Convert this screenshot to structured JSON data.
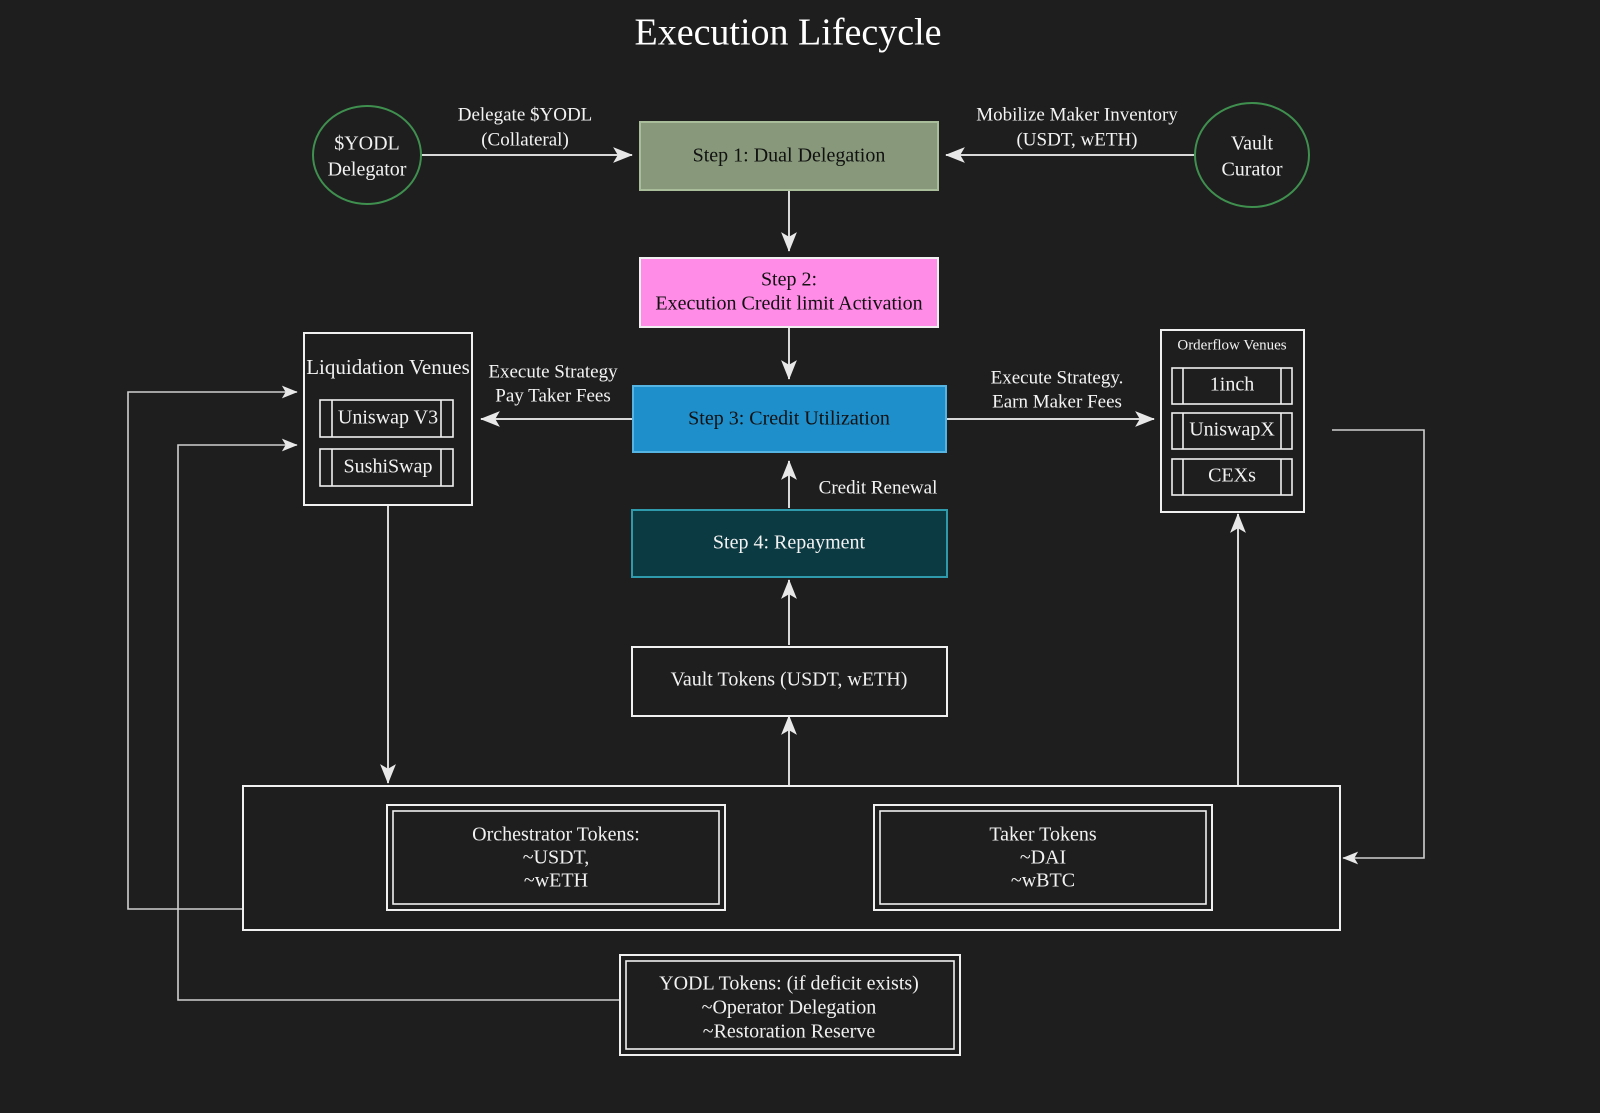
{
  "title": "Execution Lifecycle",
  "colors": {
    "background": "#1e1e1e",
    "step1_fill": "#87997a",
    "step1_stroke": "#a9bd9b",
    "step2_fill": "#ff8ce6",
    "step2_stroke": "#f0f0f0",
    "step3_fill": "#1f8fcc",
    "step3_stroke": "#56b4e3",
    "step4_fill": "#0c3a42",
    "step4_stroke": "#2f9aab",
    "actor_stroke": "#3f8f4f",
    "line": "#d9d9d9",
    "text_light": "#f2f2f2",
    "text_dark": "#111111"
  },
  "actors": [
    {
      "id": "yodl-delegator",
      "line1": "$YODL",
      "line2": "Delegator"
    },
    {
      "id": "vault-curator",
      "line1": "Vault",
      "line2": "Curator"
    }
  ],
  "steps": [
    {
      "id": "step-1",
      "line1": "Step 1: Dual Delegation",
      "line2": ""
    },
    {
      "id": "step-2",
      "line1": "Step 2:",
      "line2": "Execution Credit limit Activation"
    },
    {
      "id": "step-3",
      "line1": "Step 3: Credit Utilization",
      "line2": ""
    },
    {
      "id": "step-4",
      "line1": "Step 4: Repayment",
      "line2": ""
    }
  ],
  "venues": {
    "liquidation": {
      "title": "Liquidation Venues",
      "items": [
        "Uniswap V3",
        "SushiSwap"
      ]
    },
    "orderflow": {
      "title": "Orderflow Venues",
      "items": [
        "1inch",
        "UniswapX",
        "CEXs"
      ]
    }
  },
  "vault_tokens": {
    "label": "Vault Tokens (USDT, wETH)"
  },
  "token_pools": [
    {
      "id": "orchestrator-tokens",
      "line1": "Orchestrator Tokens:",
      "line2": "~USDT,",
      "line3": "~wETH"
    },
    {
      "id": "taker-tokens",
      "line1": "Taker Tokens",
      "line2": "~DAI",
      "line3": "~wBTC"
    }
  ],
  "yodl_tokens": {
    "line1": "YODL Tokens: (if deficit exists)",
    "line2": "~Operator Delegation",
    "line3": "~Restoration Reserve"
  },
  "edge_labels": [
    {
      "id": "delegate-yodl",
      "line1": "Delegate $YODL",
      "line2": "(Collateral)"
    },
    {
      "id": "mobilize-maker-inventory",
      "line1": "Mobilize Maker Inventory",
      "line2": "(USDT, wETH)"
    },
    {
      "id": "execute-strategy-taker",
      "line1": "Execute Strategy",
      "line2": "Pay Taker Fees"
    },
    {
      "id": "execute-strategy-maker",
      "line1": "Execute Strategy.",
      "line2": "Earn Maker Fees"
    },
    {
      "id": "credit-renewal",
      "line1": "Credit Renewal",
      "line2": ""
    }
  ]
}
